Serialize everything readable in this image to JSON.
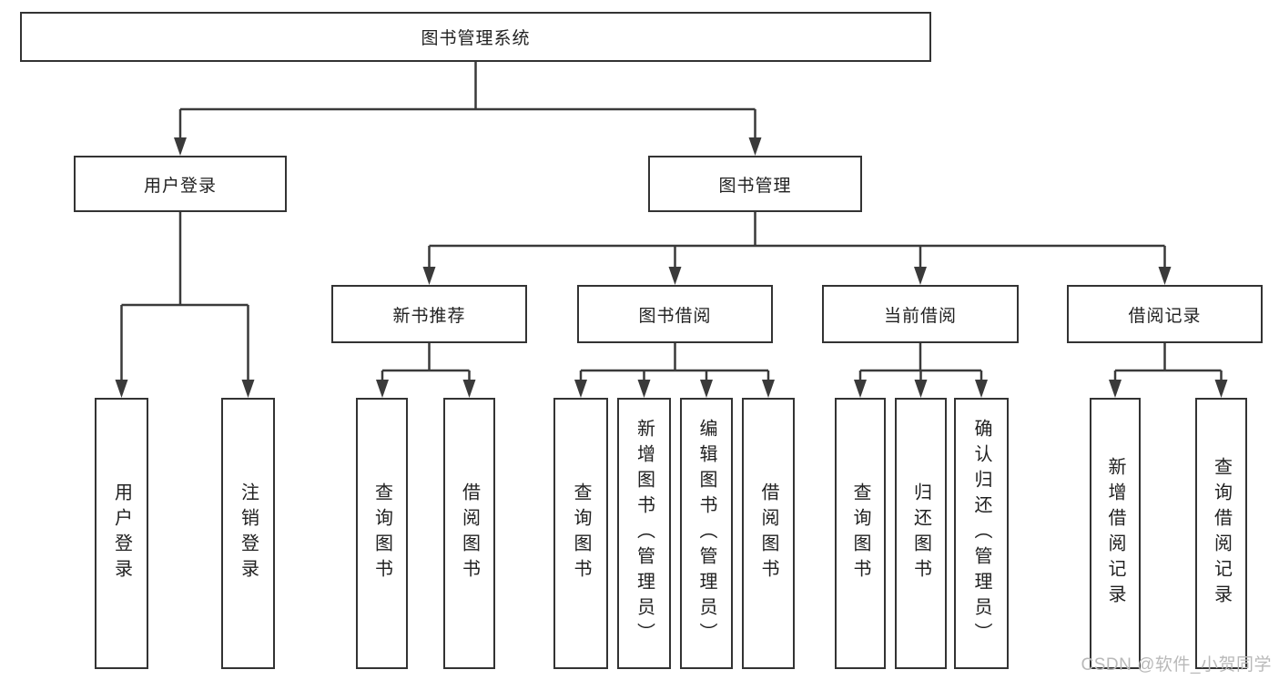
{
  "colors": {
    "line": "#3a3a3a",
    "box_border": "#333333",
    "text": "#212121",
    "watermark": "#b9b9b9",
    "background": "#ffffff"
  },
  "tree": {
    "label": "图书管理系统",
    "children": [
      {
        "label": "用户登录",
        "children": [
          {
            "label": "用户登录"
          },
          {
            "label": "注销登录"
          }
        ]
      },
      {
        "label": "图书管理",
        "children": [
          {
            "label": "新书推荐",
            "children": [
              {
                "label": "查询图书"
              },
              {
                "label": "借阅图书"
              }
            ]
          },
          {
            "label": "图书借阅",
            "children": [
              {
                "label": "查询图书"
              },
              {
                "label": "新增图书（管理员）"
              },
              {
                "label": "编辑图书（管理员）"
              },
              {
                "label": "借阅图书"
              }
            ]
          },
          {
            "label": "当前借阅",
            "children": [
              {
                "label": "查询图书"
              },
              {
                "label": "归还图书"
              },
              {
                "label": "确认归还（管理员）"
              }
            ]
          },
          {
            "label": "借阅记录",
            "children": [
              {
                "label": "新增借阅记录"
              },
              {
                "label": "查询借阅记录"
              }
            ]
          }
        ]
      }
    ]
  },
  "watermark": "CSDN @软件_小贺同学"
}
